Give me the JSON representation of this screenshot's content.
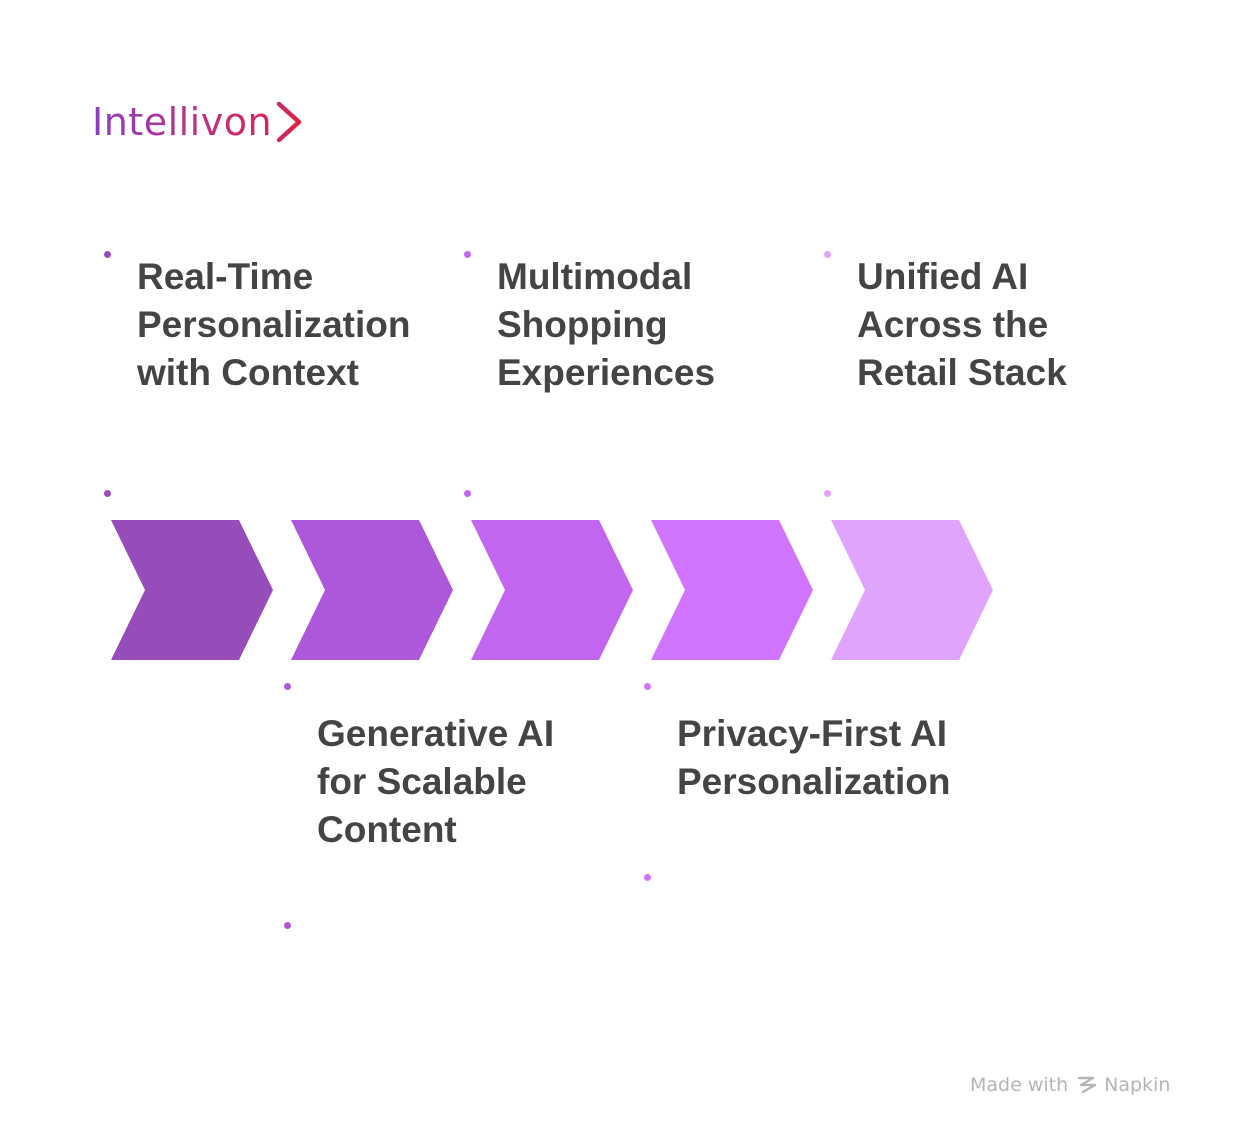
{
  "brand": {
    "name": "Intellivon",
    "chevron_icon": "chevron-right-icon",
    "colors": [
      "#8a3fc0",
      "#b83590",
      "#d8245a"
    ]
  },
  "steps": [
    {
      "label_lines": [
        "Real-Time",
        "Personalization",
        "with Context"
      ],
      "color": "#964db9",
      "position": "top"
    },
    {
      "label_lines": [
        "Generative AI",
        "for Scalable",
        "Content"
      ],
      "color": "#ad58db",
      "position": "bottom"
    },
    {
      "label_lines": [
        "Multimodal",
        "Shopping",
        "Experiences"
      ],
      "color": "#c265ef",
      "position": "top"
    },
    {
      "label_lines": [
        "Privacy-First AI",
        "Personalization"
      ],
      "color": "#d174ff",
      "position": "bottom"
    },
    {
      "label_lines": [
        "Unified AI",
        "Across the",
        "Retail Stack"
      ],
      "color": "#e0a4fd",
      "position": "top"
    }
  ],
  "footer": {
    "made_with": "Made with",
    "app_name": "Napkin",
    "icon": "napkin-logo-icon"
  }
}
